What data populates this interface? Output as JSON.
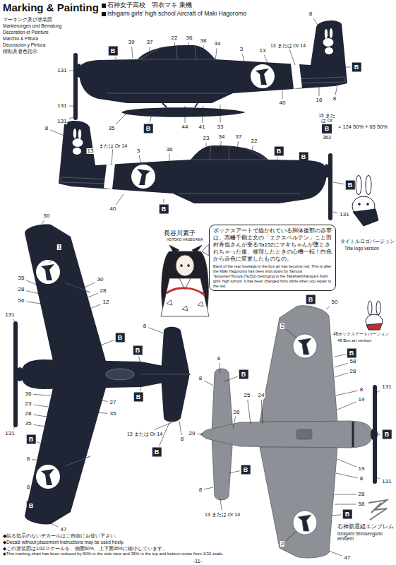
{
  "diagram": {
    "title": "Marking & Painting",
    "nodes": [
      {
        "text": [
          "15 または Or",
          "B",
          "= 124 50% + 65 50%",
          "363"
        ]
      },
      {
        "text": [
          "ボックスアートで描かれている胴体後部の赤帯は、高幡千鶴士文の「エクスペルテン」こと田村香也さんが乗るTa152にマキちゃんが墜とされちゃった後、修理したときの心機一転！白色から赤色に変更したものなの。",
          "Band of the rear fuselage in the box art has become red. This is after the Maki Hagoromo has been shot down by Tamura \"Experten\"Kouya (Ta152) belonging to the Takahashiharaya's Kishi girls' high school. It has been changed from white when you repair to the red."
        ]
      },
      {
        "text": [
          "B"
        ]
      },
      {
        "text": [
          "B"
        ]
      },
      {
        "text": [
          "B"
        ]
      },
      {
        "text": [
          "B"
        ]
      },
      {
        "text": [
          "B"
        ]
      },
      {
        "text": [
          "B"
        ]
      },
      {
        "text": [
          "B"
        ]
      },
      {
        "text": [
          "B"
        ]
      },
      {
        "text": [
          "B"
        ]
      },
      {
        "text": [
          "B"
        ]
      },
      {
        "text": [
          "B"
        ]
      },
      {
        "text": [
          "B"
        ]
      },
      {
        "text": [
          "B"
        ]
      },
      {
        "text": [
          "B"
        ]
      },
      {
        "text": [
          "B"
        ]
      },
      {
        "text": [
          "B"
        ]
      },
      {
        "text": [
          "B"
        ]
      },
      {
        "text": [
          "B"
        ]
      },
      {
        "text": [
          "B"
        ]
      }
    ],
    "labels": [
      "マーキング及び塗装図",
      "Markierungen und Bemalung",
      "Decoration et Peinture",
      "Marchio & Pittura",
      "Decoracion y Pintura",
      "標貼及著色指示",
      "石神女子高校　羽衣マキ 乗機",
      "Ishigami girls' high school Aircraft of Maki Hagoromo",
      "131",
      "131",
      "131",
      "39",
      "37",
      "22",
      "36",
      "38",
      "34",
      "3",
      "13",
      "13 または Or 14",
      "8",
      "16",
      "8",
      "40",
      "44",
      "41",
      "33",
      "35",
      "8",
      "13",
      "または Or 14",
      "3",
      "36",
      "23",
      "34",
      "37",
      "22",
      "40",
      "131",
      "50",
      "1",
      "35",
      "30",
      "28",
      "28",
      "56",
      "12",
      "131",
      "131",
      "36",
      "23",
      "28",
      "35",
      "27",
      "35",
      "8",
      "8",
      "47",
      "13 または Or 14",
      "8",
      "8",
      "50",
      "2",
      "58",
      "28",
      "25",
      "24",
      "19",
      "8",
      "131",
      "131",
      "26",
      "29",
      "8",
      "13 または Or 14",
      "19",
      "8",
      "28",
      "58",
      "2",
      "47",
      "8",
      "8",
      "タイトルロゴバージョン",
      "Title logo version",
      "48ボックスアートバージョン",
      "48 Box art version",
      "長谷川素子",
      "HOTOKO HASEGAWA",
      "石神新選組エンブレム",
      "Ishigami Shinsengumi emblem",
      "◆貼る指示のないデカールはご自由にお使い下さい。",
      "◆Decals without placement instructions may be used freely.",
      "◆この塗装図は1/32スケールを、側面50%、上下面35%に縮小しています。",
      "◆This marking chart has been reduced by 50% in the side view and 35% in the top and bottom views from 1/32 scale.",
      "-11-"
    ]
  }
}
